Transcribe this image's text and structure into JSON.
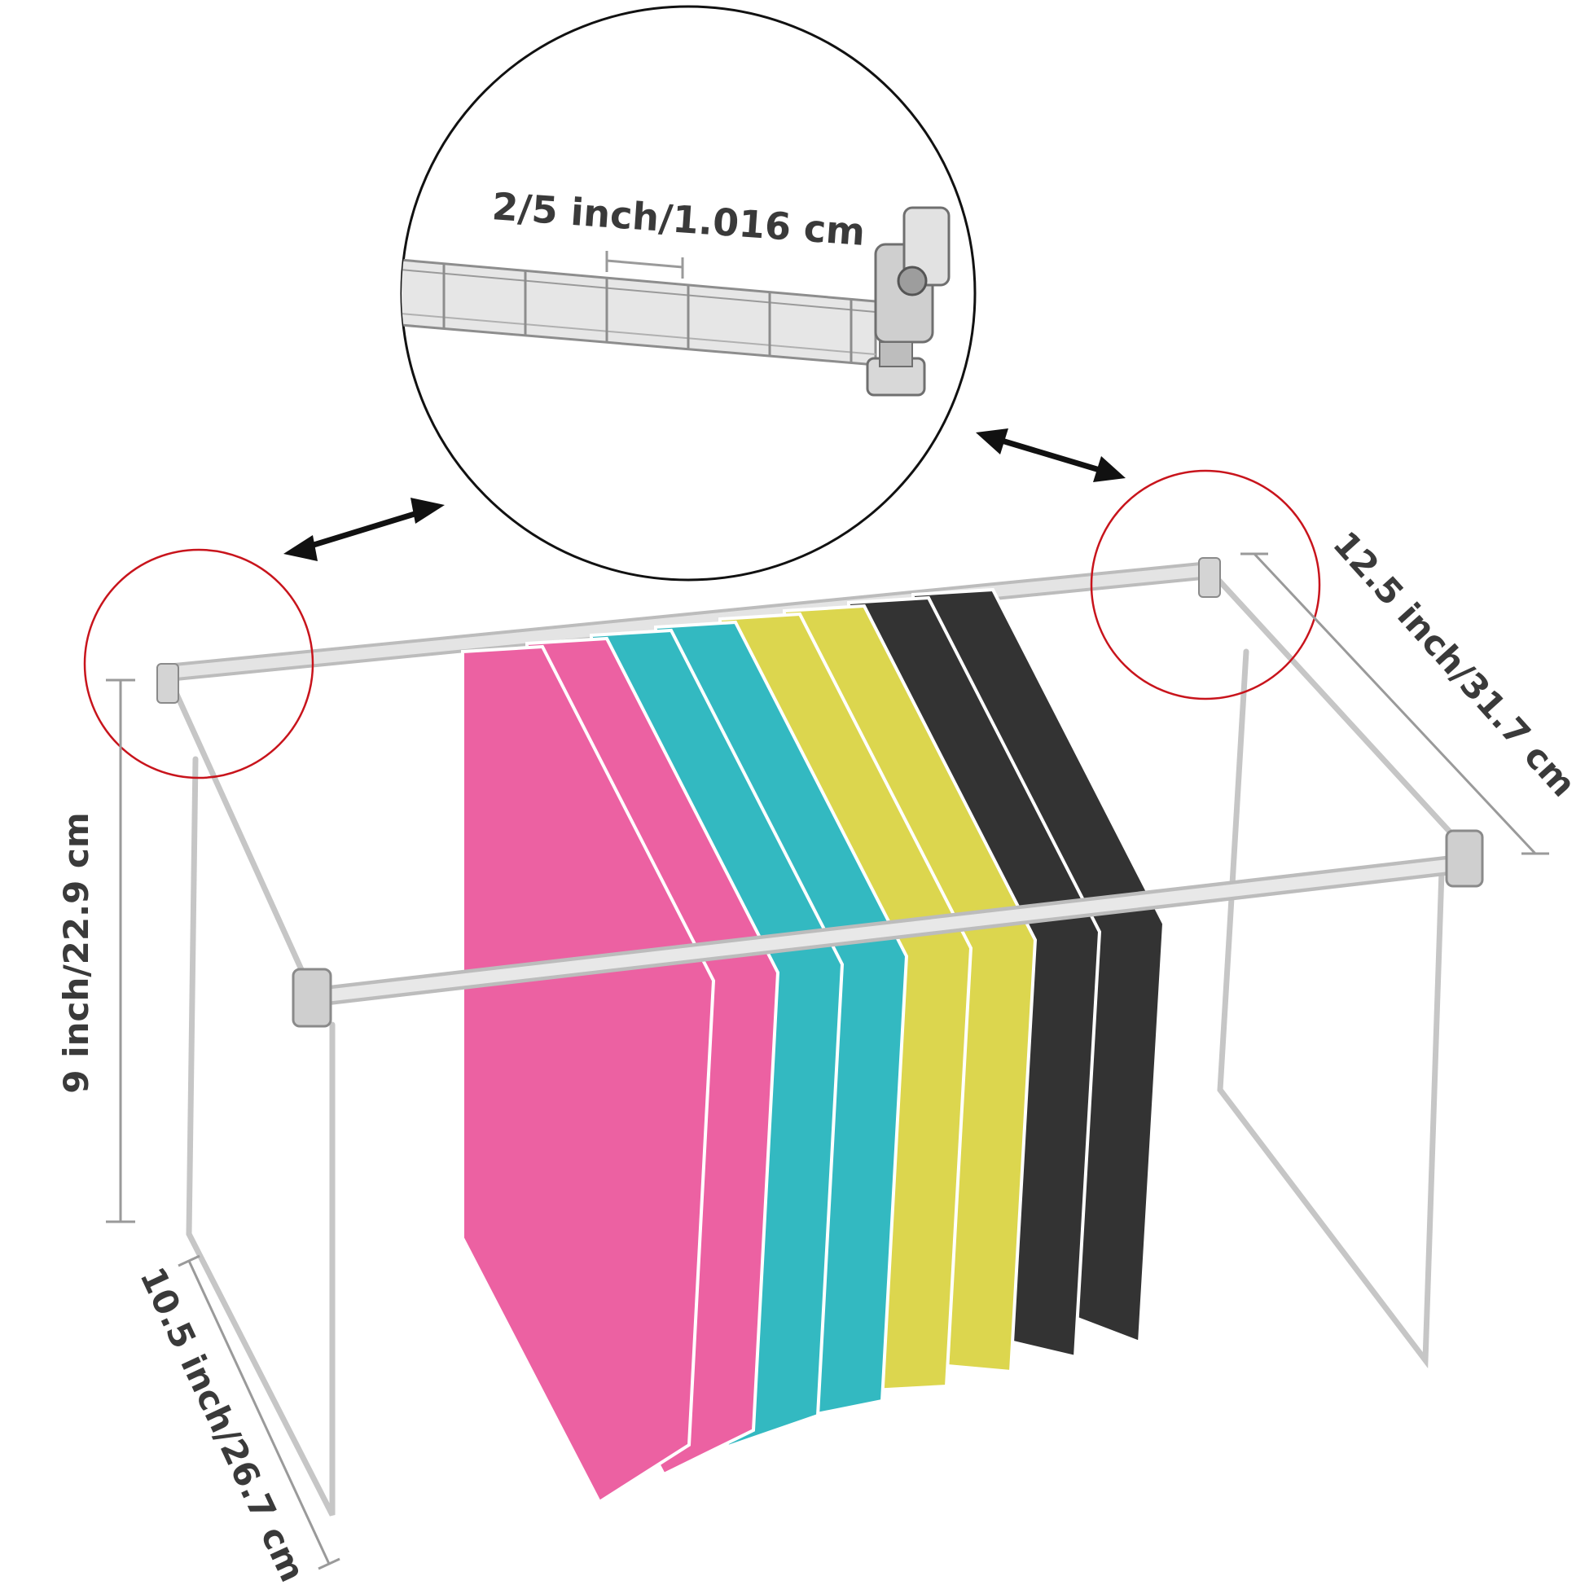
{
  "dimensions": {
    "spacing": "2/5 inch/1.016 cm",
    "height": "9 inch/22.9 cm",
    "depth": "10.5 inch/26.7 cm",
    "length": "12.5 inch/31.7 cm"
  },
  "folders": [
    {
      "color": "#EC61A2"
    },
    {
      "color": "#EC61A2"
    },
    {
      "color": "#33B9C1"
    },
    {
      "color": "#33B9C1"
    },
    {
      "color": "#DCD64E"
    },
    {
      "color": "#DCD64E"
    },
    {
      "color": "#333333"
    },
    {
      "color": "#333333"
    }
  ],
  "colors": {
    "highlight_circle": "#C8141C",
    "frame": "#C4C4C4",
    "dimension_line": "#9a9a9a"
  }
}
